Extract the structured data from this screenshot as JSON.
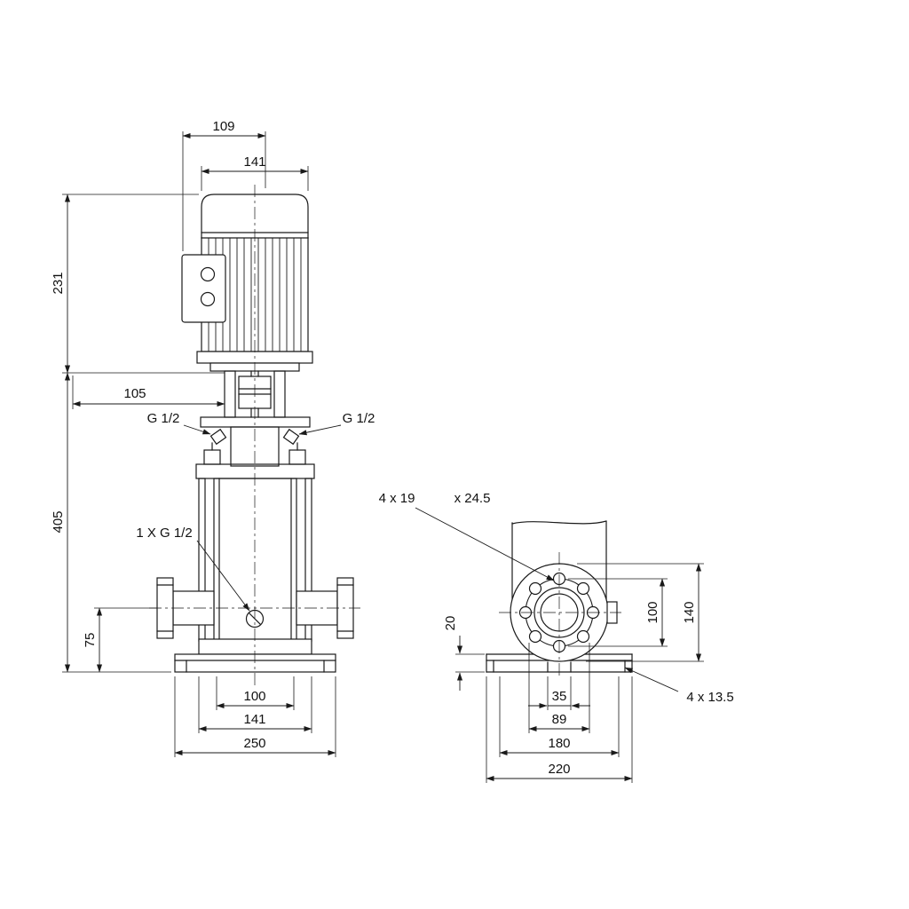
{
  "colors": {
    "line": "#1a1a1a",
    "background": "#ffffff"
  },
  "front_view": {
    "dims": {
      "motor_width_top": "109",
      "motor_width": "141",
      "motor_height": "231",
      "head_offset": "105",
      "pump_height": "405",
      "port_height": "75",
      "port_face_width": "100",
      "sleeve_width": "141",
      "base_width": "250"
    },
    "labels": {
      "plug_left": "G 1/2",
      "plug_right": "G 1/2",
      "drain_plug": "1 X G 1/2"
    }
  },
  "side_view": {
    "labels": {
      "flange_holes": "4 x 19",
      "flange_counterbore": "x 24.5",
      "base_holes": "4  x  13.5"
    },
    "dims": {
      "base_thickness": "20",
      "bolt_circle": "100",
      "flange_od": "140",
      "slot_width": "35",
      "hole_span": "89",
      "base_hole_spacing": "180",
      "base_length": "220"
    }
  }
}
